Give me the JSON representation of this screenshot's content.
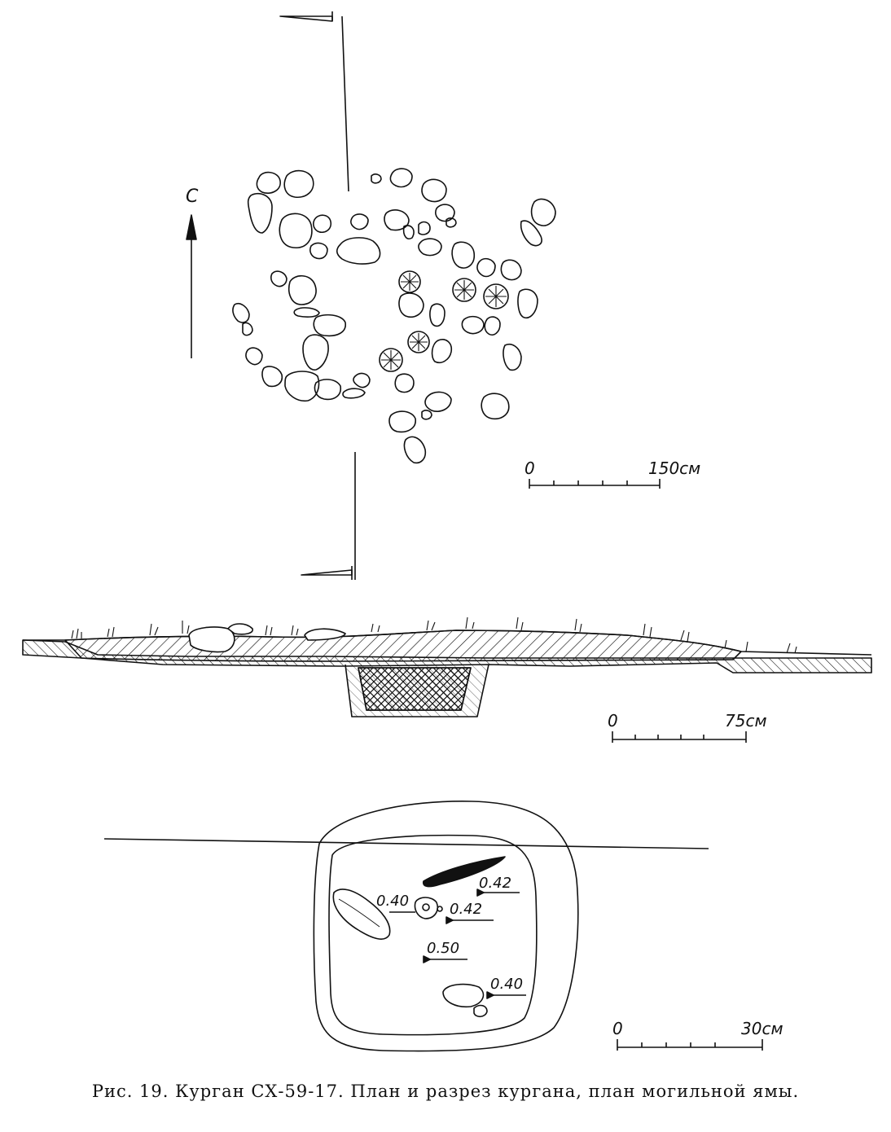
{
  "north_label": "С",
  "plan_scale": {
    "zero": "0",
    "end": "150см"
  },
  "section_scale": {
    "zero": "0",
    "end": "75см"
  },
  "pit_scale": {
    "zero": "0",
    "end": "30см"
  },
  "depth_marks": [
    "0.40",
    "0.42",
    "0.42",
    "0.50",
    "0.40"
  ],
  "caption": "Рис. 19. Курган СХ-59-17. План и разрез кургана, план могильной ямы.",
  "colors": {
    "ink": "#111111",
    "paper": "#ffffff"
  }
}
